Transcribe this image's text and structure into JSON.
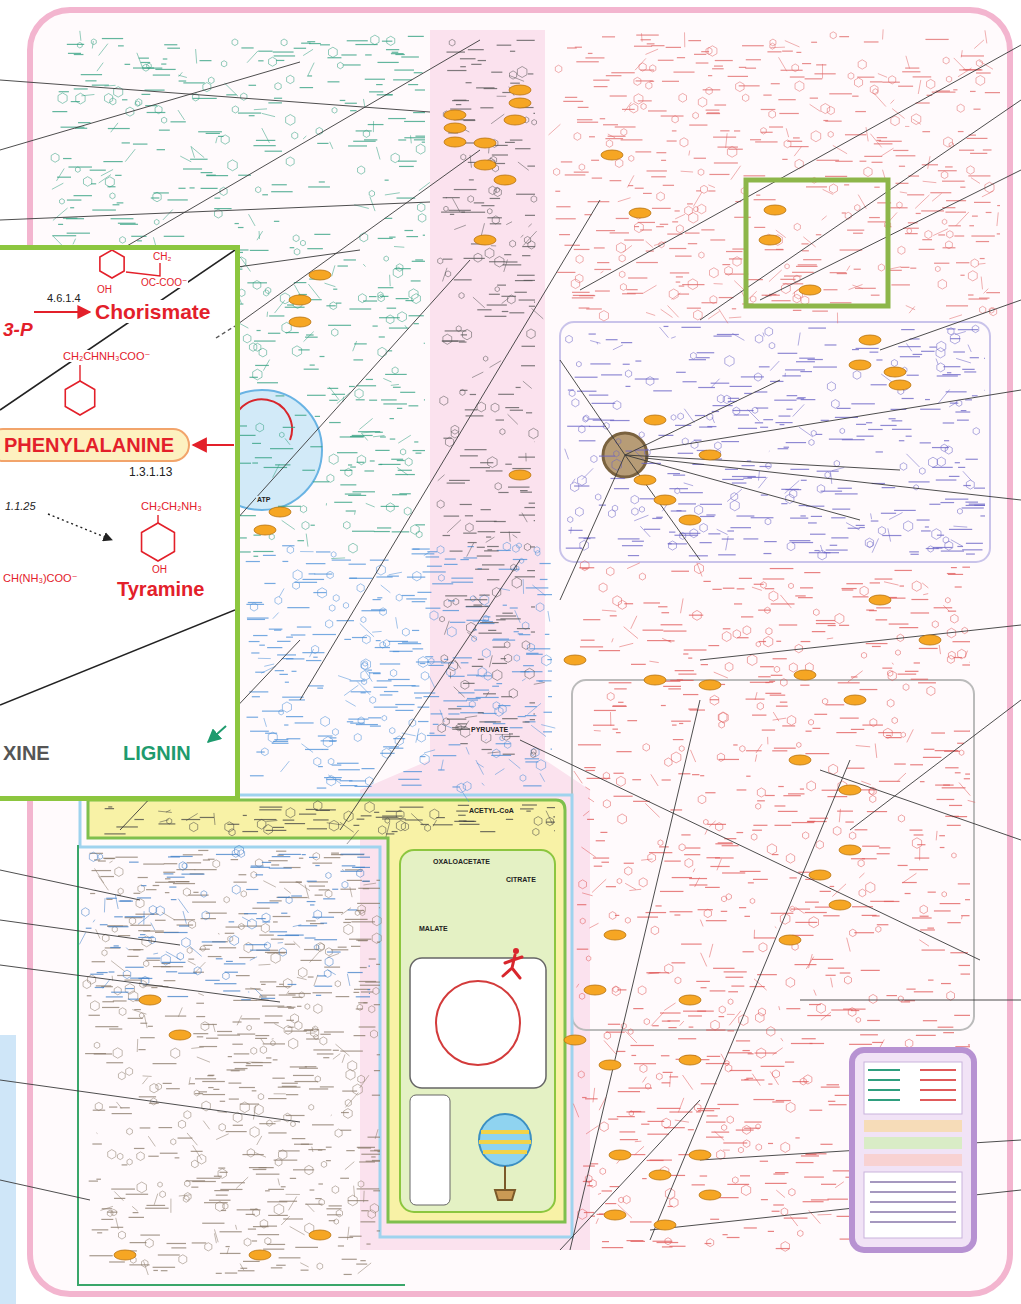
{
  "diagram": {
    "nodes": [
      {
        "text": [
          "3-P",
          "4.6.1.4",
          "Chorismate",
          "CH₂",
          "OH",
          "OC-COO⁻",
          "CH₂CHNH₃COO⁻",
          "1.3.1.13",
          "1.1.25",
          "CH₂CH₂NH₃",
          "OH",
          "Tyramine",
          "CH(NH₃)COO⁻",
          "XINE",
          "LIGNIN"
        ]
      },
      {
        "text": [
          "PHENYLALANINE"
        ],
        "in": 0
      }
    ],
    "labels": [
      "PYRUVATE",
      "ACETYL-CoA",
      "OXALOACETATE",
      "CITRATE",
      "MALATE",
      "ATP"
    ]
  }
}
